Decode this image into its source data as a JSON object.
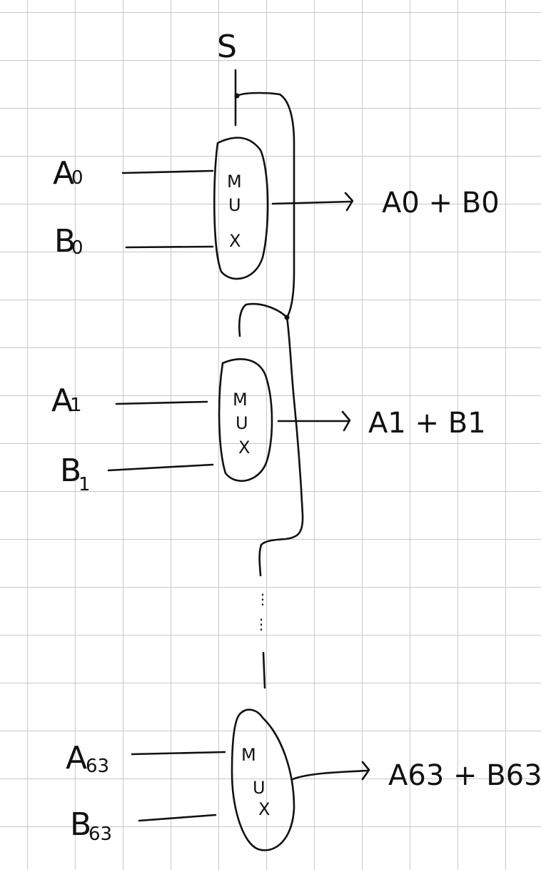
{
  "select_label": "S",
  "mux_letters": [
    "M",
    "U",
    "X"
  ],
  "muxes": [
    {
      "input_a": {
        "letter": "A",
        "sub": "0"
      },
      "input_b": {
        "letter": "B",
        "sub": "0"
      },
      "output": "A0 + B0"
    },
    {
      "input_a": {
        "letter": "A",
        "sub": "1"
      },
      "input_b": {
        "letter": "B",
        "sub": "1"
      },
      "output": "A1 + B1"
    },
    {
      "input_a": {
        "letter": "A",
        "sub": "63"
      },
      "input_b": {
        "letter": "B",
        "sub": "63"
      },
      "output": "A63 + B63"
    }
  ],
  "colors": {
    "ink": "#111111",
    "grid": "#c8c8c8",
    "paper": "#ffffff"
  }
}
